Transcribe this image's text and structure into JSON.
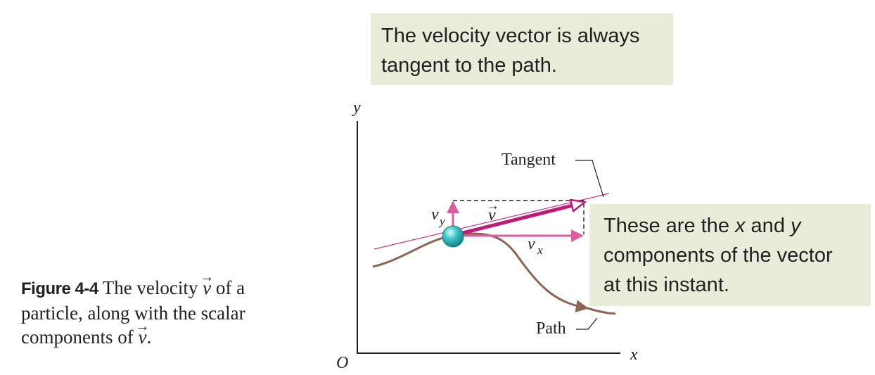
{
  "callouts": {
    "top": {
      "line1": "The velocity vector is always",
      "line2": "tangent to the path."
    },
    "right": {
      "line1_a": "These are the ",
      "line1_x": "x",
      "line1_b": " and ",
      "line1_y": "y",
      "line2": "components of the vector",
      "line3": "at this instant."
    }
  },
  "caption": {
    "figure_label": "Figure 4-4",
    "line1_text": "The velocity ",
    "line1_v": "v",
    "line1_tail": " of a",
    "line2": "particle, along with the scalar",
    "line3_text": "components of ",
    "line3_v": "v",
    "line3_tail": "."
  },
  "diagram": {
    "axis_y_label": "y",
    "axis_x_label": "x",
    "origin_label": "O",
    "tangent_label": "Tangent",
    "path_label": "Path",
    "vector_label": "v",
    "vx_label": "v",
    "vx_subscript": "x",
    "vy_label": "v",
    "vy_subscript": "y"
  },
  "colors": {
    "callout_bg": "#e8ecd9",
    "path": "#8c6652",
    "velocity_vector": "#c2187a",
    "component_arrows": "#e05aa0",
    "particle": "#2bb5b8",
    "axes": "#231f20"
  }
}
